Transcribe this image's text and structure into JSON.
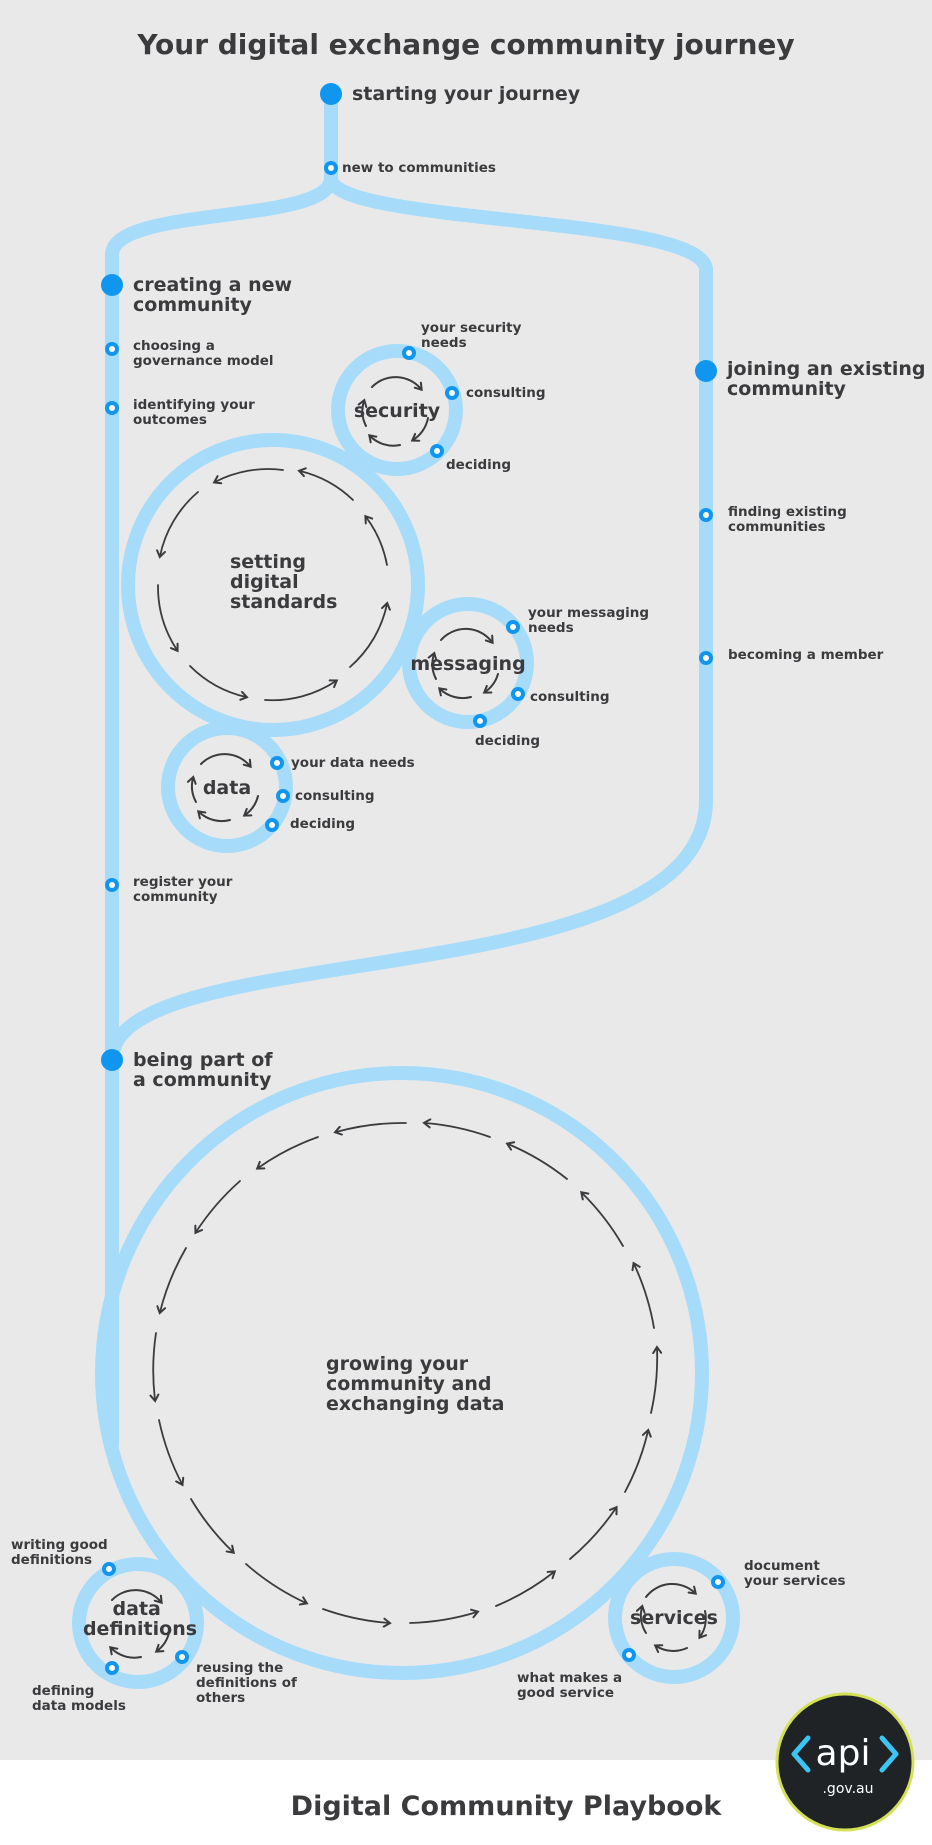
{
  "title": "Your digital exchange community journey",
  "footer": "Digital Community Playbook",
  "colors": {
    "track": "#a6dcfa",
    "node": "#1196ef",
    "text": "#3b3b3e",
    "background": "#e9e9ea",
    "logo_ring": "#d4e157"
  },
  "milestones": {
    "start": "starting your journey",
    "create": [
      "creating a new",
      "community"
    ],
    "join": [
      "joining an existing",
      "community"
    ],
    "part": [
      "being part of",
      "a community"
    ]
  },
  "steps": {
    "new_to_communities": "new to communities",
    "governance": [
      "choosing a",
      "governance model"
    ],
    "outcomes": [
      "identifying your",
      "outcomes"
    ],
    "register": [
      "register your",
      "community"
    ],
    "finding": [
      "finding existing",
      "communities"
    ],
    "becoming": "becoming a member"
  },
  "loops": {
    "security": {
      "label": "security",
      "steps": {
        "needs": [
          "your security",
          "needs"
        ],
        "consulting": "consulting",
        "deciding": "deciding"
      }
    },
    "standards": {
      "label": [
        "setting",
        "digital",
        "standards"
      ]
    },
    "messaging": {
      "label": "messaging",
      "steps": {
        "needs": [
          "your messaging",
          "needs"
        ],
        "consulting": "consulting",
        "deciding": "deciding"
      }
    },
    "data": {
      "label": "data",
      "steps": {
        "needs": "your data needs",
        "consulting": "consulting",
        "deciding": "deciding"
      }
    },
    "growing": {
      "label": [
        "growing your",
        "community and",
        "exchanging data"
      ]
    },
    "definitions": {
      "label": [
        "data",
        "definitions"
      ],
      "steps": {
        "writing": [
          "writing good",
          "definitions"
        ],
        "defining": [
          "defining",
          "data models"
        ],
        "reusing": [
          "reusing the",
          "definitions of",
          "others"
        ]
      }
    },
    "services": {
      "label": "services",
      "steps": {
        "document": [
          "document",
          "your services"
        ],
        "good": [
          "what makes a",
          "good service"
        ]
      }
    }
  },
  "logo": {
    "main": "api",
    "sub": ".gov.au"
  }
}
